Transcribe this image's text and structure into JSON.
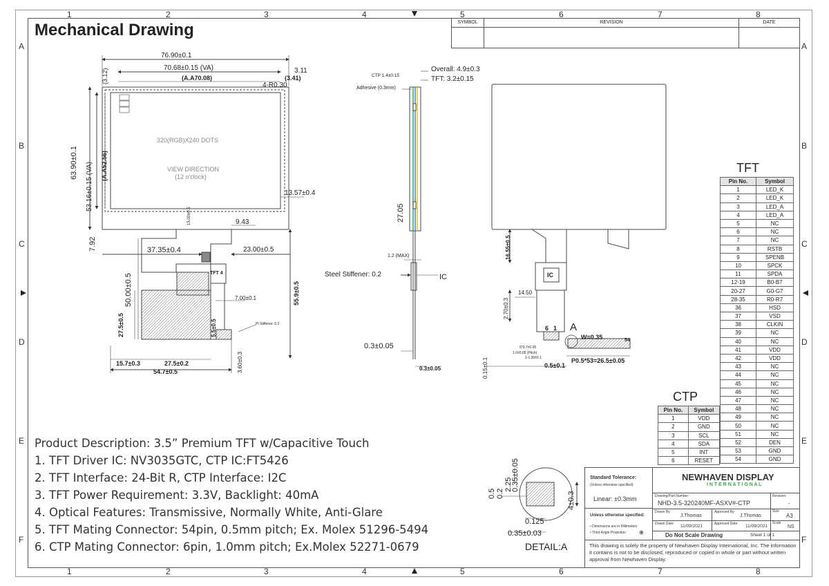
{
  "title": "Mechanical Drawing",
  "zones": {
    "columns": [
      "1",
      "2",
      "3",
      "4",
      "5",
      "6",
      "7",
      "8"
    ],
    "rows": [
      "A",
      "B",
      "C",
      "D",
      "E",
      "F"
    ]
  },
  "revision_block": {
    "symbol": "SYMBOL",
    "revision": "REVISION",
    "date": "DATE"
  },
  "front_view": {
    "screen_text": "320(RGB)X240 DOTS",
    "view_direction_line1": "VIEW  DIRECTION",
    "view_direction_line2": "(12  o'clock)",
    "dims": {
      "overall_width": "76.90±0.1",
      "va_width": "70.68±0.15 (VA)",
      "aa_width": "(A.A70.08)",
      "left_offset": "(3.12)",
      "right_offset": "3.11",
      "right_offset_aa": "(3.41)",
      "corner_radius": "4-R0.30",
      "overall_height": "63.90±0.1",
      "va_height": "53.16±0.15 (VA)",
      "aa_height": "(A.A52.56)",
      "tail_offset": "13.57±0.4",
      "small_9_43": "9.43",
      "bottom_7_92": "7.92",
      "fpc_left": "37.35±0.4",
      "fpc_right": "23.00±0.5",
      "fpc_len_50": "50.00±0.5",
      "fpc_len_55": "55.9±0.5",
      "small_15": "15.00±0.5",
      "w_7": "7.00±0.1",
      "h_27_5": "27.5±0.5",
      "h_5_5": "5.5±0.5",
      "h_3_6": "3.60±0.3",
      "b_15_7": "15.7±0.3",
      "b_27_5": "27.5±0.2",
      "b_54_7": "54.7±0.5",
      "pi_stiffener": "PI Stiffener: 0.2",
      "fpc_label": "TFT 4"
    }
  },
  "side_view": {
    "overall": "Overall: 4.9±0.3",
    "ctp": "CTP 1.4±0.15",
    "tft": "TFT: 3.2±0.15",
    "adhesive": "Adhesive (0.3mm)",
    "h_27_05": "27.05",
    "max_1_2": "1.2 (MAX)",
    "steel": "Steel Stiffener: 0.2",
    "ic": "IC",
    "t_0_3": "0.3±0.05",
    "t_0_3b": "0.3±0.05",
    "t_0_15": "0.15±0.1"
  },
  "back_view": {
    "ic": "IC",
    "d_16_55": "16.55±0.5",
    "d_14_50": "14.50",
    "d_2_70": "2.70±0.3",
    "pin6": "6",
    "pin1": "1",
    "detail_mark": "A",
    "w": "W=0.35",
    "pin54": "54",
    "pitch_small": "6*0.7±0.05",
    "pitch_small2": "1.0±0.05 (Pitch)",
    "pitch_small3": "2-1.00±0.1",
    "d_0_5": "0.5±0.1",
    "pitch": "P0.5*53=26.5±0.05"
  },
  "tft_table": {
    "title": "TFT",
    "headers": [
      "Pin No.",
      "Symbol"
    ],
    "rows": [
      [
        "1",
        "LED_K"
      ],
      [
        "2",
        "LED_K"
      ],
      [
        "3",
        "LED_A"
      ],
      [
        "4",
        "LED_A"
      ],
      [
        "5",
        "NC"
      ],
      [
        "6",
        "NC"
      ],
      [
        "7",
        "NC"
      ],
      [
        "8",
        "RSTB"
      ],
      [
        "9",
        "SPENB"
      ],
      [
        "10",
        "SPCK"
      ],
      [
        "11",
        "SPDA"
      ],
      [
        "12-19",
        "B0-B7"
      ],
      [
        "20-27",
        "G0-G7"
      ],
      [
        "28-35",
        "R0-R7"
      ],
      [
        "36",
        "HSD"
      ],
      [
        "37",
        "VSD"
      ],
      [
        "38",
        "CLKIN"
      ],
      [
        "39",
        "NC"
      ],
      [
        "40",
        "NC"
      ],
      [
        "41",
        "VDD"
      ],
      [
        "42",
        "VDD"
      ],
      [
        "43",
        "NC"
      ],
      [
        "44",
        "NC"
      ],
      [
        "45",
        "NC"
      ],
      [
        "46",
        "NC"
      ],
      [
        "47",
        "NC"
      ],
      [
        "48",
        "NC"
      ],
      [
        "49",
        "NC"
      ],
      [
        "50",
        "NC"
      ],
      [
        "51",
        "NC"
      ],
      [
        "52",
        "DEN"
      ],
      [
        "53",
        "GND"
      ],
      [
        "54",
        "GND"
      ]
    ]
  },
  "ctp_table": {
    "title": "CTP",
    "headers": [
      "Pin No.",
      "Symbol"
    ],
    "rows": [
      [
        "1",
        "VDD"
      ],
      [
        "2",
        "GND"
      ],
      [
        "3",
        "SCL"
      ],
      [
        "4",
        "SDA"
      ],
      [
        "5",
        "INT"
      ],
      [
        "6",
        "RESET"
      ]
    ]
  },
  "description": [
    "Product Description: 3.5” Premium TFT w/Capacitive Touch",
    "1. TFT Driver IC: NV3035GTC, CTP IC:FT5426",
    "2. TFT Interface: 24-Bit R, CTP Interface: I2C",
    "3. TFT Power Requirement: 3.3V, Backlight: 40mA",
    "4. Optical Features: Transmissive, Normally White, Anti-Glare",
    "5. TFT Mating Connector: 54pin, 0.5mm pitch; Ex. Molex 51296-5494",
    "6. CTP Mating Connector: 6pin, 1.0mm pitch; Ex.Molex 52271-0679"
  ],
  "detail": {
    "label": "DETAIL:A",
    "d_0_5": "0.5",
    "d_0_2": "0.2",
    "d_2_25": "2.25",
    "d_0_35": "0.35±0.05",
    "d_4": "4±0.3",
    "d_0_125": "0.125",
    "d_0_35b": "0.35±0.03"
  },
  "title_block": {
    "std_tol": "Standard Tolerance:",
    "unless": "(Unless otherwise specified)",
    "linear": "Linear:   ±0.3mm",
    "company": "NEWHAVEN DISPLAY",
    "company_sub": "I N T E R N A T I O N A L",
    "part_label": "Drawing/Part Number:",
    "part": "NHD-3.5-320240MF-ASXV#-CTP",
    "rev_label": "Revision:",
    "rev": "-",
    "unless2": "Unless otherwise specified:",
    "drawn_by_label": "Drawn By:",
    "drawn_by": "J.Thomas",
    "approved_by_label": "Approved By:",
    "approved_by": "J.Thomas",
    "size_label": "Size",
    "size": "A3",
    "dims_mm": "• Dimensions are in Millimeters",
    "third_angle": "• Third Angle Projection",
    "drawn_date_label": "Drawn Date:",
    "drawn_date": "11/09/2021",
    "approved_date_label": "Approved Date:",
    "approved_date": "11/09/2021",
    "scale_label": "Scale",
    "scale": "NS",
    "no_scale": "Do Not Scale Drawing",
    "sheet": "Sheet 1 of 1",
    "notice": "This drawing is solely the property of Newhaven Display International, Inc. The information it contains is not to be disclosed, reproduced or copied in whole or part without written approval from Newhaven Display."
  },
  "colors": {
    "line": "#444444",
    "accent_green": "#3aa845",
    "fpc_gray": "#bbbbbb"
  }
}
